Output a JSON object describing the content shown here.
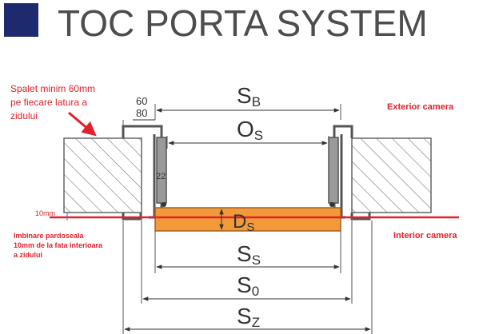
{
  "header": {
    "title": "TOC PORTA SYSTEM"
  },
  "notes": {
    "spalet": [
      "Spalet minim 60mm",
      "pe fiecare latura a",
      "zidului"
    ],
    "exterior": "Exterior camera",
    "interior": "Interior camera",
    "imbinare": [
      "Imbinare pardoseala",
      "10mm de la fata interioara",
      "a zidului"
    ],
    "gap": "10mm"
  },
  "dimensions": {
    "profile_top": "60",
    "profile_bottom": "80",
    "gap_22": "22",
    "sb": {
      "main": "S",
      "sub": "B"
    },
    "os": {
      "main": "O",
      "sub": "S"
    },
    "ds": {
      "main": "D",
      "sub": "S"
    },
    "ss": {
      "main": "S",
      "sub": "S"
    },
    "s0": {
      "main": "S",
      "sub": "0"
    },
    "sz": {
      "main": "S",
      "sub": "Z"
    }
  },
  "colors": {
    "brand_square": "#1d2a6e",
    "accent_red": "#e0202a",
    "door_leaf": "#f29a3a",
    "frame": "#555555",
    "wall_hatch": "#777777"
  }
}
